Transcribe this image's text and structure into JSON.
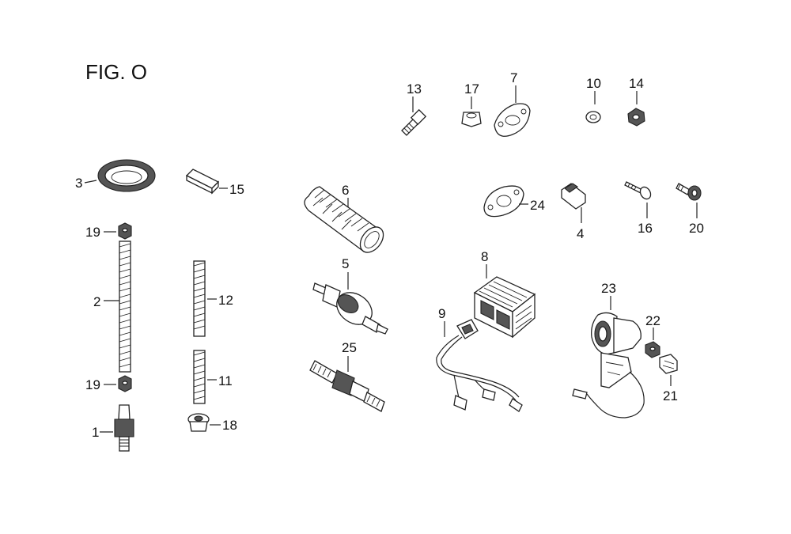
{
  "figure": {
    "title": "FIG. O"
  },
  "labels": {
    "p1": "1",
    "p2": "2",
    "p3": "3",
    "p4": "4",
    "p5": "5",
    "p6": "6",
    "p7": "7",
    "p8": "8",
    "p9": "9",
    "p10": "10",
    "p11": "11",
    "p12": "12",
    "p13": "13",
    "p14": "14",
    "p15": "15",
    "p16": "16",
    "p17": "17",
    "p18": "18",
    "p19a": "19",
    "p19b": "19",
    "p20": "20",
    "p21": "21",
    "p22": "22",
    "p23": "23",
    "p24": "24",
    "p25": "25"
  },
  "colors": {
    "ink": "#222222",
    "background": "#ffffff",
    "shade": "#555555"
  }
}
